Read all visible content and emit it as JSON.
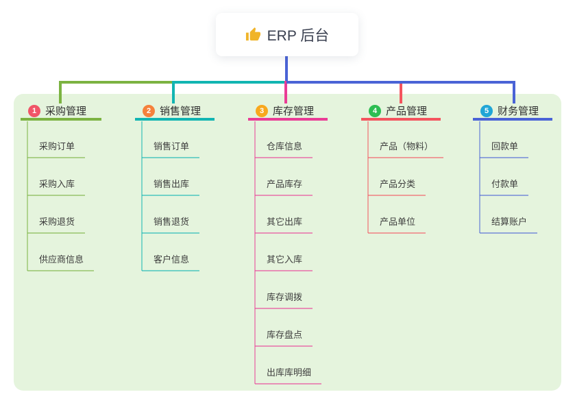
{
  "root": {
    "label": "ERP 后台",
    "icon": "thumbs-up-icon"
  },
  "branches": [
    {
      "number": "1",
      "label": "采购管理",
      "badge_color": "#f05568",
      "line_color": "#7cb342",
      "children": [
        "采购订单",
        "采购入库",
        "采购退货",
        "供应商信息"
      ]
    },
    {
      "number": "2",
      "label": "销售管理",
      "badge_color": "#f5813c",
      "line_color": "#12b5b2",
      "children": [
        "销售订单",
        "销售出库",
        "销售退货",
        "客户信息"
      ]
    },
    {
      "number": "3",
      "label": "库存管理",
      "badge_color": "#f8a81d",
      "line_color": "#ea3c96",
      "children": [
        "仓库信息",
        "产品库存",
        "其它出库",
        "其它入库",
        "库存调拨",
        "库存盘点",
        "出库库明细"
      ]
    },
    {
      "number": "4",
      "label": "产品管理",
      "badge_color": "#2dbd52",
      "line_color": "#f4545e",
      "children": [
        "产品（物料）",
        "产品分类",
        "产品单位"
      ]
    },
    {
      "number": "5",
      "label": "财务管理",
      "badge_color": "#21a6d6",
      "line_color": "#4a63d6",
      "children": [
        "回款单",
        "付款单",
        "结算账户"
      ]
    }
  ],
  "colors": {
    "root_line": "#4a63d6",
    "canvas_bg": "#e5f4dd",
    "card_bg": "#ffffff",
    "text": "#303030"
  }
}
